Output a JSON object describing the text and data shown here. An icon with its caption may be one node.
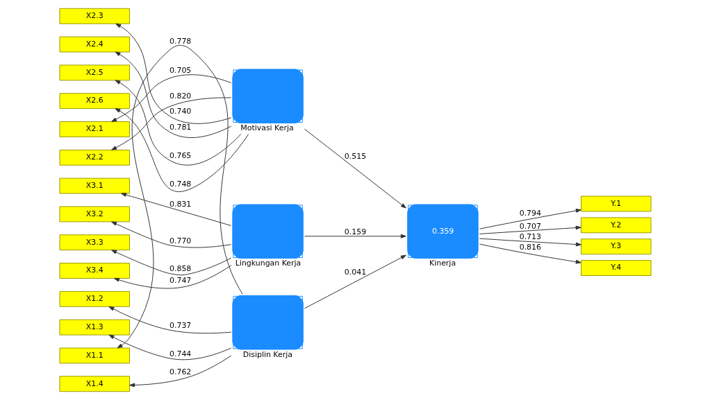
{
  "diagram": {
    "nodes": [
      {
        "text": [
          "X1.1"
        ]
      },
      {
        "text": [
          "X1.2"
        ]
      },
      {
        "text": [
          "X1.3"
        ]
      },
      {
        "text": [
          "X1.4"
        ]
      },
      {
        "text": [
          "Disiplin Kerja"
        ]
      },
      {
        "text": [
          "X2.1"
        ]
      },
      {
        "text": [
          "X2.2"
        ]
      },
      {
        "text": [
          "X2.3"
        ]
      },
      {
        "text": [
          "X2.4"
        ]
      },
      {
        "text": [
          "X2.5"
        ]
      },
      {
        "text": [
          "X2.6"
        ]
      },
      {
        "text": [
          "Motivasi Kerja"
        ]
      },
      {
        "text": [
          "X3.1"
        ]
      },
      {
        "text": [
          "X3.2"
        ]
      },
      {
        "text": [
          "X3.3"
        ]
      },
      {
        "text": [
          "X3.4"
        ]
      },
      {
        "text": [
          "Lingkungan Kerja"
        ]
      },
      {
        "text": [
          "0.359",
          "Kinerja"
        ]
      },
      {
        "text": [
          "Y.1"
        ]
      },
      {
        "text": [
          "Y.2"
        ]
      },
      {
        "text": [
          "Y.3"
        ]
      },
      {
        "text": [
          "Y.4"
        ]
      }
    ],
    "edges": [
      {
        "from": 4,
        "to": 0,
        "arrow": "to",
        "label": "0.778"
      },
      {
        "from": 4,
        "to": 1,
        "arrow": "to",
        "label": "0.737"
      },
      {
        "from": 4,
        "to": 2,
        "arrow": "to",
        "label": "0.744"
      },
      {
        "from": 4,
        "to": 3,
        "arrow": "to",
        "label": "0.762"
      },
      {
        "from": 11,
        "to": 5,
        "arrow": "to",
        "label": "0.705"
      },
      {
        "from": 11,
        "to": 6,
        "arrow": "to",
        "label": "0.820"
      },
      {
        "from": 11,
        "to": 7,
        "arrow": "to",
        "label": "0.740"
      },
      {
        "from": 11,
        "to": 8,
        "arrow": "to",
        "label": "0.781"
      },
      {
        "from": 11,
        "to": 9,
        "arrow": "to",
        "label": "0.765"
      },
      {
        "from": 11,
        "to": 10,
        "arrow": "to",
        "label": "0.748"
      },
      {
        "from": 16,
        "to": 12,
        "arrow": "to",
        "label": "0.831"
      },
      {
        "from": 16,
        "to": 13,
        "arrow": "to",
        "label": "0.770"
      },
      {
        "from": 16,
        "to": 14,
        "arrow": "to",
        "label": "0.858"
      },
      {
        "from": 16,
        "to": 15,
        "arrow": "to",
        "label": "0.747"
      },
      {
        "from": 4,
        "to": 17,
        "arrow": "to",
        "label": "0.041"
      },
      {
        "from": 11,
        "to": 17,
        "arrow": "to",
        "label": "0.515"
      },
      {
        "from": 16,
        "to": 17,
        "arrow": "to",
        "label": "0.159"
      },
      {
        "from": 17,
        "to": 18,
        "arrow": "to",
        "label": "0.794"
      },
      {
        "from": 17,
        "to": 19,
        "arrow": "to",
        "label": "0.707"
      },
      {
        "from": 17,
        "to": 20,
        "arrow": "to",
        "label": "0.713"
      },
      {
        "from": 17,
        "to": 21,
        "arrow": "to",
        "label": "0.816"
      }
    ]
  }
}
